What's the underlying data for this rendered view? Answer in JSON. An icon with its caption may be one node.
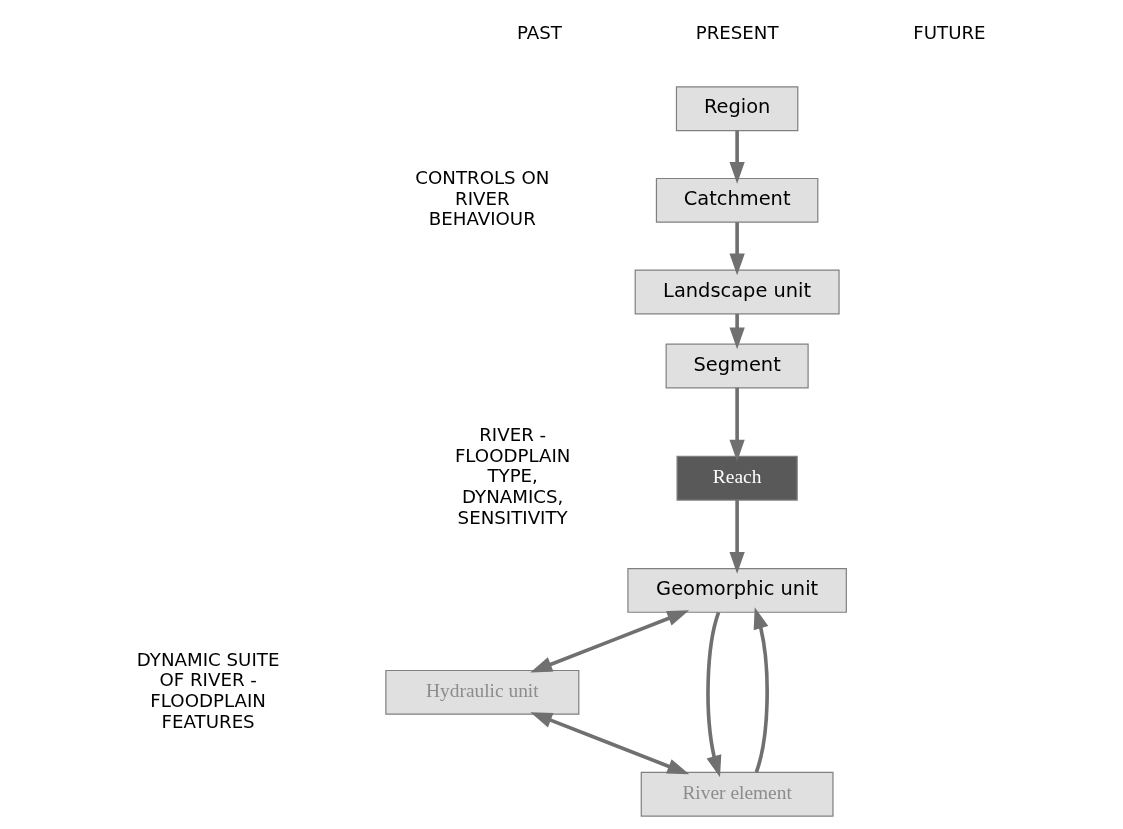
{
  "diagram": {
    "nodes": [
      {
        "text": [
          "Region"
        ]
      },
      {
        "text": [
          "Catchment"
        ]
      },
      {
        "text": [
          "Landscape unit"
        ]
      },
      {
        "text": [
          "Segment"
        ]
      },
      {
        "text": [
          "Reach"
        ]
      },
      {
        "text": [
          "Geomorphic unit"
        ]
      },
      {
        "text": [
          "Hydraulic unit"
        ]
      },
      {
        "text": [
          "River element"
        ]
      }
    ],
    "edges": [
      {
        "from": 0,
        "to": 1,
        "arrow": "to"
      },
      {
        "from": 1,
        "to": 2,
        "arrow": "to"
      },
      {
        "from": 2,
        "to": 3,
        "arrow": "to"
      },
      {
        "from": 3,
        "to": 4,
        "arrow": "to"
      },
      {
        "from": 4,
        "to": 5,
        "arrow": "to"
      },
      {
        "from": 5,
        "to": 6,
        "arrow": "both"
      },
      {
        "from": 6,
        "to": 7,
        "arrow": "both"
      },
      {
        "from": 7,
        "to": 5,
        "arrow": "to"
      },
      {
        "from": 5,
        "to": 7,
        "arrow": "to"
      }
    ],
    "labels": [
      "PAST",
      "PRESENT",
      "FUTURE",
      "CONTROLS ON RIVER BEHAVIOUR",
      "RIVER - FLOODPLAIN TYPE, DYNAMICS, SENSITIVITY",
      "DYNAMIC SUITE OF RIVER - FLOODPLAIN FEATURES"
    ]
  }
}
